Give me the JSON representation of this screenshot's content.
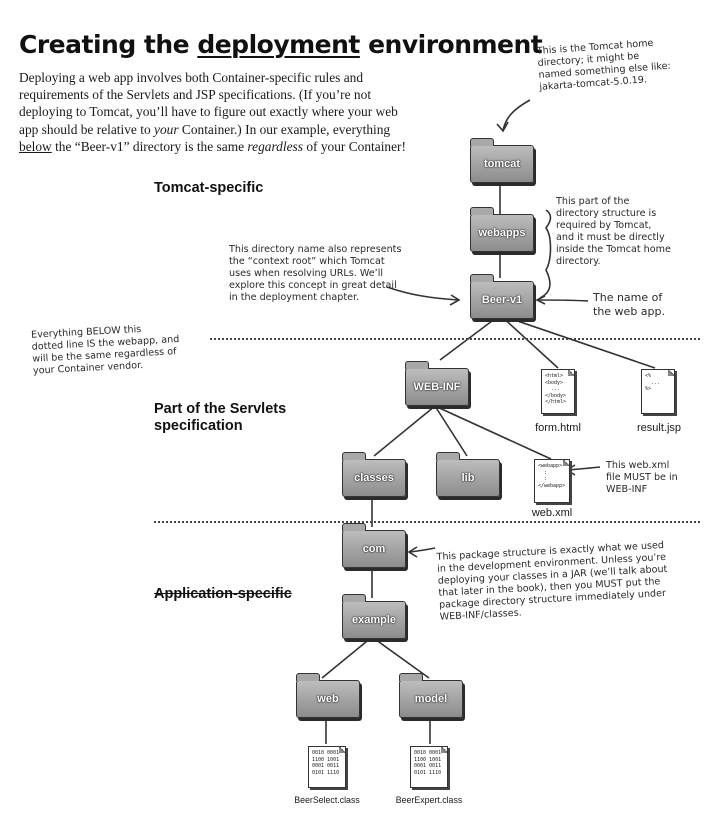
{
  "page": {
    "title_before": "Creating the ",
    "title_emph": "deployment",
    "title_after": " environment",
    "intro": {
      "l1": "Deploying a web app involves both Container-specific rules and",
      "l2": "requirements of the Servlets and JSP specifications. (If you’re not",
      "l3": "deploying to Tomcat, you’ll have to figure out exactly where your web",
      "l4a": "app should be relative to ",
      "l4b": "your",
      "l4c": " Container.) In our example, everything",
      "l5a": "below",
      "l5b": " the “Beer-v1” directory is the same ",
      "l5c": "regardless",
      "l5d": " of your Container!"
    }
  },
  "sections": {
    "tomcat": "Tomcat-specific",
    "servlets_l1": "Part of the Servlets",
    "servlets_l2": "specification",
    "app": "Application-specific"
  },
  "folders": {
    "tomcat": "tomcat",
    "webapps": "webapps",
    "beer": "Beer-v1",
    "webinf": "WEB-INF",
    "classes": "classes",
    "lib": "lib",
    "com": "com",
    "example": "example",
    "web": "web",
    "model": "model"
  },
  "files": {
    "form": {
      "name": "form.html",
      "content": "<html>\n<body>\n  ...\n</body>\n</html>"
    },
    "result": {
      "name": "result.jsp",
      "content": "<%\n  ...\n%>"
    },
    "webxml": {
      "name": "web.xml",
      "content": "<webapp>\n  :\n  :\n</webapp>"
    },
    "beerselect": {
      "name": "BeerSelect.class",
      "content": "0010 0001\n1100 1001\n0001 0011\n0101 1110"
    },
    "beerexpert": {
      "name": "BeerExpert.class",
      "content": "0010 0001\n1100 1001\n0001 0011\n0101 1110"
    }
  },
  "notes": {
    "tomcat_home": [
      "This is the Tomcat home",
      "directory; it might be",
      "named something else like:",
      "jakarta-tomcat-5.0.19."
    ],
    "required": [
      "This part of the",
      "directory structure is",
      "required by Tomcat,",
      "and it must be directly",
      "inside the Tomcat home",
      "directory."
    ],
    "context_root": [
      "This directory name also represents",
      "the “context root” which Tomcat",
      "uses when resolving URLs.  We’ll",
      "explore this concept in great detail",
      "in the deployment chapter."
    ],
    "app_name": [
      "The name of",
      "the web app."
    ],
    "below_line": [
      "Everything BELOW this",
      "dotted line IS the webapp, and",
      "will be the same regardless of",
      "your Container vendor."
    ],
    "webxml_note": [
      "This web.xml",
      "file MUST be in",
      "WEB-INF"
    ],
    "package_note": [
      "This package structure is exactly what we used",
      "in the development environment. Unless you’re",
      "deploying your classes in a JAR (we’ll talk about",
      "that later in the book), then you MUST put the",
      "package directory structure immediately under",
      "WEB-INF/classes."
    ]
  },
  "colors": {
    "folder_top": "#bdbdbd",
    "folder_bottom": "#8c8c8c",
    "ink": "#1a1a1a"
  }
}
